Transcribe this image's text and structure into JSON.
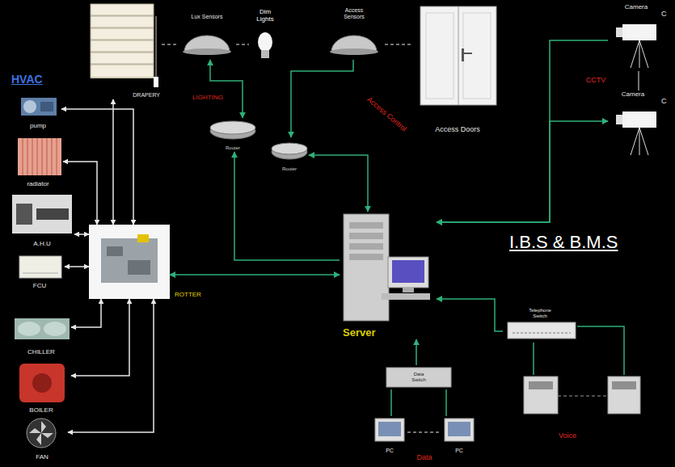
{
  "diagram": {
    "title": "I.B.S & B.M.S",
    "nodes": [
      {
        "text": [
          "DRAPERY"
        ]
      },
      {
        "text": [
          "Lux Sensors"
        ]
      },
      {
        "text": [
          "Dim Lights"
        ]
      },
      {
        "text": [
          "Access Sensors"
        ]
      },
      {
        "text": [
          "Access Doors"
        ]
      },
      {
        "text": [
          "Camera"
        ]
      },
      {
        "text": [
          "pump"
        ]
      },
      {
        "text": [
          "Router"
        ]
      },
      {
        "text": [
          "Router"
        ]
      },
      {
        "text": [
          "Camera"
        ]
      },
      {
        "text": [
          "radiator"
        ]
      },
      {
        "text": [
          "A.H.U"
        ]
      },
      {
        "text": [
          "ROTTER"
        ]
      },
      {
        "text": [
          "Server"
        ]
      },
      {
        "text": [
          "FCU"
        ]
      },
      {
        "text": [
          "CHILLER"
        ]
      },
      {
        "text": [
          "Telephone Switch"
        ]
      },
      {
        "text": [
          "Data Switch"
        ]
      },
      {
        "text": [
          "BOILER"
        ]
      },
      {
        "text": [
          "PC"
        ]
      },
      {
        "text": [
          "PC"
        ]
      },
      {
        "text": [
          "FAN"
        ]
      }
    ],
    "edges": [
      {
        "from": 0,
        "to": 12,
        "arrow": "both"
      },
      {
        "from": 0,
        "to": 1,
        "arrow": "none"
      },
      {
        "from": 1,
        "to": 2,
        "arrow": "none"
      },
      {
        "from": 3,
        "to": 4,
        "arrow": "none"
      },
      {
        "from": 7,
        "to": 1,
        "arrow": "both"
      },
      {
        "from": 3,
        "to": 8,
        "arrow": "to"
      },
      {
        "from": 5,
        "to": 9,
        "arrow": "none"
      },
      {
        "from": 6,
        "to": 12,
        "arrow": "both"
      },
      {
        "from": 13,
        "to": 7,
        "arrow": "to"
      },
      {
        "from": 8,
        "to": 13,
        "arrow": "both"
      },
      {
        "from": 5,
        "to": 13,
        "arrow": "to"
      },
      {
        "from": 9,
        "to": 13,
        "arrow": "both"
      },
      {
        "from": 10,
        "to": 12,
        "arrow": "both"
      },
      {
        "from": 11,
        "to": 12,
        "arrow": "both"
      },
      {
        "from": 12,
        "to": 13,
        "arrow": "both"
      },
      {
        "from": 14,
        "to": 12,
        "arrow": "both"
      },
      {
        "from": 15,
        "to": 12,
        "arrow": "both"
      },
      {
        "from": 16,
        "to": 13,
        "arrow": "to"
      },
      {
        "from": 17,
        "to": 13,
        "arrow": "to"
      },
      {
        "from": 18,
        "to": 12,
        "arrow": "both"
      },
      {
        "from": 17,
        "to": 19,
        "arrow": "none"
      },
      {
        "from": 17,
        "to": 20,
        "arrow": "none"
      },
      {
        "from": 19,
        "to": 20,
        "arrow": "none"
      },
      {
        "from": 21,
        "to": 12,
        "arrow": "both"
      }
    ],
    "labels": [
      "HVAC",
      "LIGHTING",
      "Access Control",
      "CCTV",
      "Voice",
      "Data",
      "C",
      "C"
    ]
  }
}
